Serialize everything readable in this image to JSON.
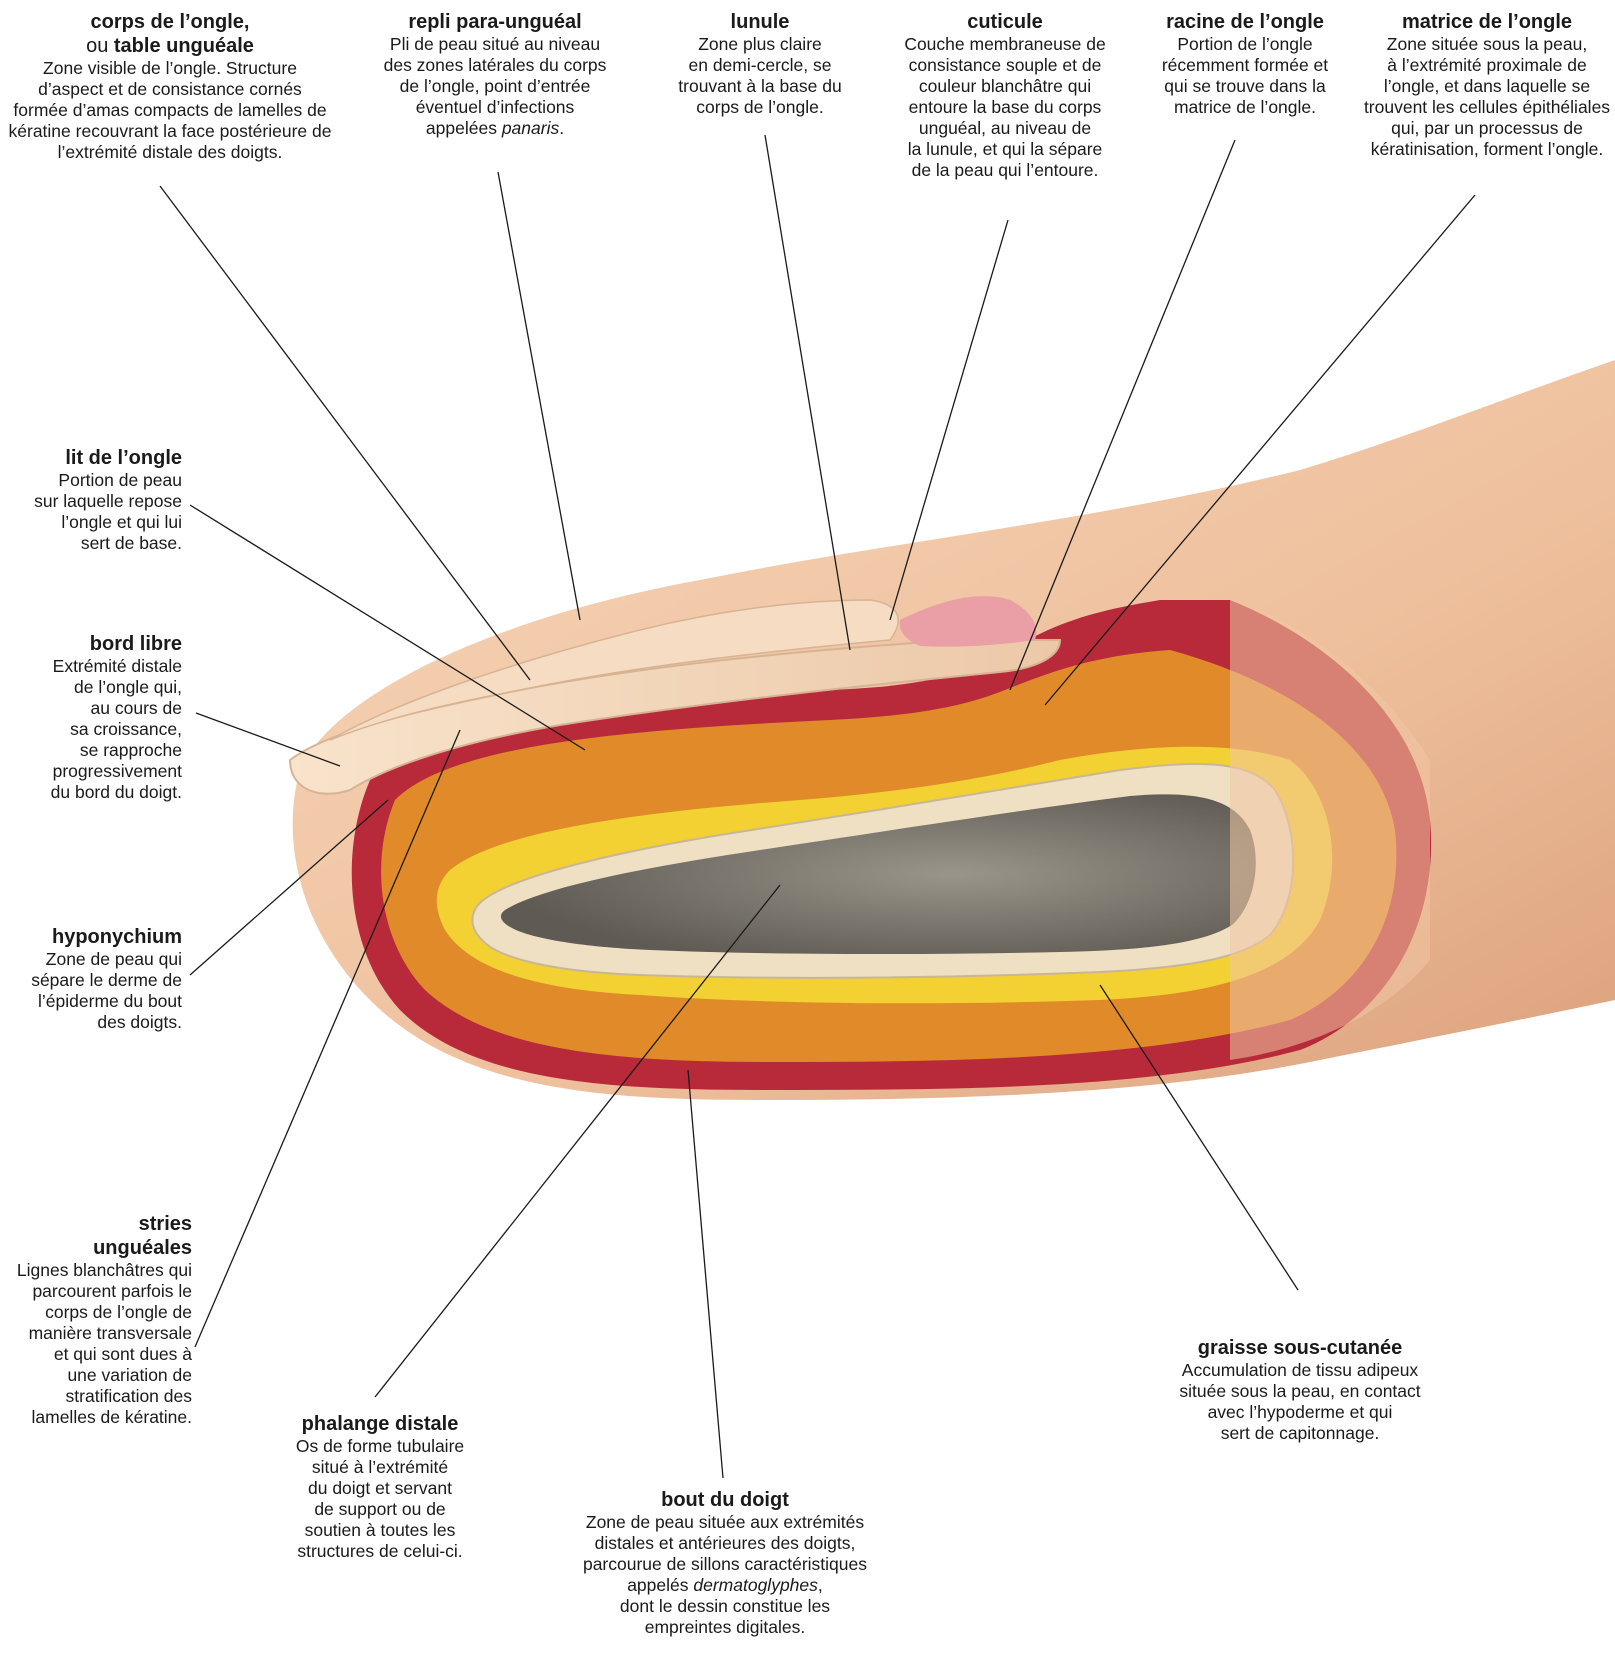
{
  "labels": {
    "corps": {
      "title": "corps de l’ongle,",
      "prefix": "ou",
      "title_b": "table unguéale",
      "desc": [
        "Zone visible de l’ongle. Structure",
        "d’aspect et de consistance cornés",
        "formée d’amas compacts de lamelles de",
        "kératine recouvrant la face postérieure de",
        "l’extrémité distale des doigts."
      ]
    },
    "repli": {
      "title": "repli para-unguéal",
      "desc": [
        "Pli de peau situé au niveau",
        "des zones latérales du corps",
        "de l’ongle, point d’entrée",
        "éventuel d’infections"
      ],
      "desc_last_pre": "appelées ",
      "desc_last_em": "panaris",
      "desc_last_post": "."
    },
    "lunule": {
      "title": "lunule",
      "desc": [
        "Zone plus claire",
        "en demi-cercle, se",
        "trouvant à la base du",
        "corps de l’ongle."
      ]
    },
    "cuticule": {
      "title": "cuticule",
      "desc": [
        "Couche membraneuse de",
        "consistance souple et de",
        "couleur blanchâtre qui",
        "entoure la base du corps",
        "unguéal, au niveau de",
        "la lunule, et qui la sépare",
        "de la peau qui l’entoure."
      ]
    },
    "racine": {
      "title": "racine de l’ongle",
      "desc": [
        "Portion de l’ongle",
        "récemment formée et",
        "qui se trouve dans la",
        "matrice de l’ongle."
      ]
    },
    "matrice": {
      "title": "matrice de l’ongle",
      "desc": [
        "Zone située sous la peau,",
        "à l’extrémité proximale de",
        "l’ongle, et dans laquelle se",
        "trouvent les cellules épithéliales",
        "qui, par un processus de",
        "kératinisation, forment l’ongle."
      ]
    },
    "lit": {
      "title": "lit de l’ongle",
      "desc": [
        "Portion de peau",
        "sur laquelle repose",
        "l’ongle et qui lui",
        "sert de base."
      ]
    },
    "bord": {
      "title": "bord libre",
      "desc": [
        "Extrémité distale",
        "de l’ongle qui,",
        "au cours de",
        "sa croissance,",
        "se rapproche",
        "progressivement",
        "du bord du doigt."
      ]
    },
    "hypo": {
      "title": "hyponychium",
      "desc": [
        "Zone de peau qui",
        "sépare le derme de",
        "l’épiderme du bout",
        "des doigts."
      ]
    },
    "stries": {
      "title_a": "stries",
      "title_b": "unguéales",
      "desc": [
        "Lignes blanchâtres qui",
        "parcourent parfois le",
        "corps de l’ongle de",
        "manière transversale",
        "et qui sont dues à",
        "une variation de",
        "stratification des",
        "lamelles de kératine."
      ]
    },
    "phalange": {
      "title": "phalange distale",
      "desc": [
        "Os de forme tubulaire",
        "situé à l’extrémité",
        "du doigt et servant",
        "de support ou de",
        "soutien à toutes les",
        "structures de celui-ci."
      ]
    },
    "bout": {
      "title": "bout du doigt",
      "desc": [
        "Zone de peau située aux extrémités",
        "distales et antérieures des doigts,",
        "parcourue de sillons caractéristiques"
      ],
      "desc_mid_pre": "appelés ",
      "desc_mid_em": "dermatoglyphes",
      "desc_mid_post": ",",
      "desc_end": [
        "dont le dessin constitue les",
        "empreintes digitales."
      ]
    },
    "graisse": {
      "title": "graisse sous-cutanée",
      "desc": [
        "Accumulation de tissu adipeux",
        "située sous la peau, en contact",
        "avec l’hypoderme et qui",
        "sert de capitonnage."
      ]
    }
  },
  "colors": {
    "skin": "#f2c8a6",
    "skin_shadow": "#d9a584",
    "nail": "#f3d9bf",
    "dermis": "#b82a3a",
    "orange": "#e08a2a",
    "fat": "#f3d132",
    "bone": "#efe0c4",
    "marrow": "#7d7a72",
    "leader": "#1a1a1a"
  }
}
